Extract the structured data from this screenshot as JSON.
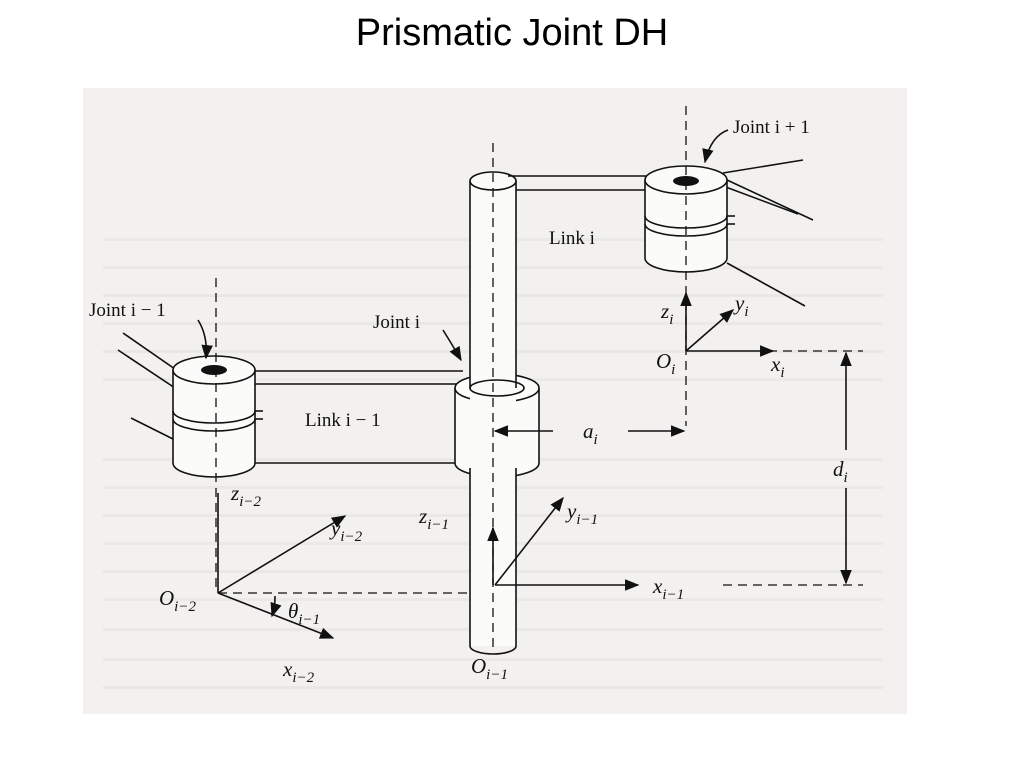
{
  "slide": {
    "title": "Prismatic Joint DH"
  },
  "figure": {
    "labels": {
      "joint_prev": "Joint i − 1",
      "joint_curr": "Joint i",
      "joint_next": "Joint i + 1",
      "link_prev": "Link i − 1",
      "link_curr": "Link i"
    },
    "symbols": {
      "z_prev2": {
        "base": "z",
        "sub": "i−2"
      },
      "y_prev2": {
        "base": "y",
        "sub": "i−2"
      },
      "x_prev2": {
        "base": "x",
        "sub": "i−2"
      },
      "o_prev2": {
        "base": "O",
        "sub": "i−2"
      },
      "theta_prev1": {
        "base": "θ",
        "sub": "i−1"
      },
      "z_prev1": {
        "base": "z",
        "sub": "i−1"
      },
      "y_prev1": {
        "base": "y",
        "sub": "i−1"
      },
      "x_prev1": {
        "base": "x",
        "sub": "i−1"
      },
      "o_prev1": {
        "base": "O",
        "sub": "i−1"
      },
      "z_i": {
        "base": "z",
        "sub": "i"
      },
      "y_i": {
        "base": "y",
        "sub": "i"
      },
      "x_i": {
        "base": "x",
        "sub": "i"
      },
      "o_i": {
        "base": "O",
        "sub": "i"
      },
      "a_i": {
        "base": "a",
        "sub": "i"
      },
      "d_i": {
        "base": "d",
        "sub": "i"
      }
    }
  }
}
